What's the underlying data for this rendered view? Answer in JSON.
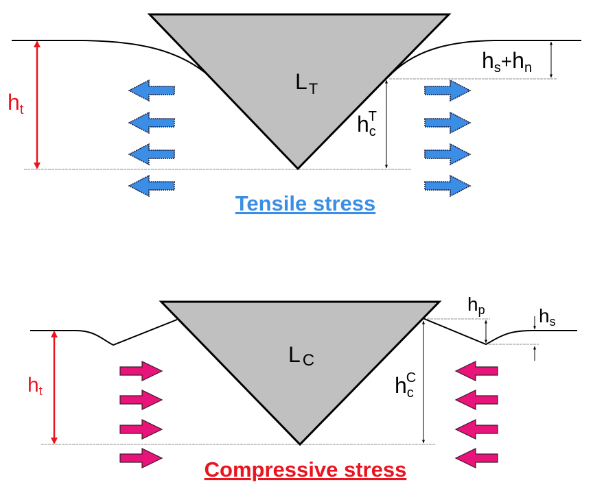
{
  "colors": {
    "indenter_fill": "#c0c0c0",
    "outline": "#000000",
    "guide_line": "#b4b4b4",
    "total_depth_arrow": "#e8141e",
    "tensile_arrow": "#3a8ee6",
    "compressive_arrow": "#e8147a",
    "tensile_title": "#3a8ee6",
    "compressive_title": "#e8141e"
  },
  "tensile": {
    "title": "Tensile stress",
    "indenter_label": "L",
    "indenter_sub": "T",
    "total_depth_label": "h",
    "total_depth_sub": "t",
    "contact_depth_label": "h",
    "contact_depth_sub": "c",
    "contact_depth_sup": "T",
    "sinkin_label_h1": "h",
    "sinkin_sub1": "s",
    "sinkin_plus": "+",
    "sinkin_label_h2": "h",
    "sinkin_sub2": "n",
    "stress_direction": "outward"
  },
  "compressive": {
    "title": "Compressive stress",
    "indenter_label": "L",
    "indenter_sub": "C",
    "total_depth_label": "h",
    "total_depth_sub": "t",
    "contact_depth_label": "h",
    "contact_depth_sub": "c",
    "contact_depth_sup": "C",
    "pileup_label": "h",
    "pileup_sub": "p",
    "sinkin_label": "h",
    "sinkin_sub": "s",
    "stress_direction": "inward"
  }
}
